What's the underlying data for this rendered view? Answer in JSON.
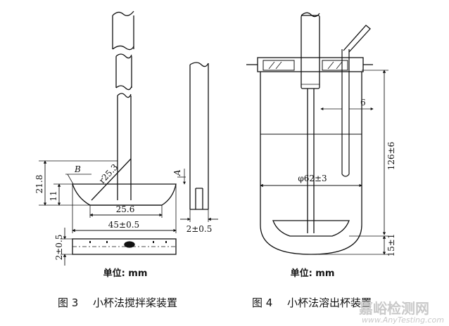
{
  "figure3": {
    "labels": {
      "dim_21_8": "21.8",
      "dim_11": "11",
      "label_B": "B",
      "dim_r25_3": "r25.3",
      "label_A": "A",
      "dim_25_6": "25.6",
      "dim_45": "45±0.5",
      "dim_2_right": "2±0.5",
      "dim_2_bottom": "2±0.5"
    },
    "unit": "单位: mm",
    "caption_num": "图 3",
    "caption_text": "小杯法搅拌桨装置"
  },
  "figure4": {
    "labels": {
      "dim_6": "6",
      "dim_126": "126±6",
      "dim_phi62": "φ62±3",
      "dim_15": "15±1"
    },
    "unit": "单位: mm",
    "caption_num": "图 4",
    "caption_text": "小杯法溶出杯装置"
  },
  "watermark": {
    "cn": "嘉峪检测网",
    "en": "www.AnyTesting.com",
    "color": "#c9c9c9"
  }
}
